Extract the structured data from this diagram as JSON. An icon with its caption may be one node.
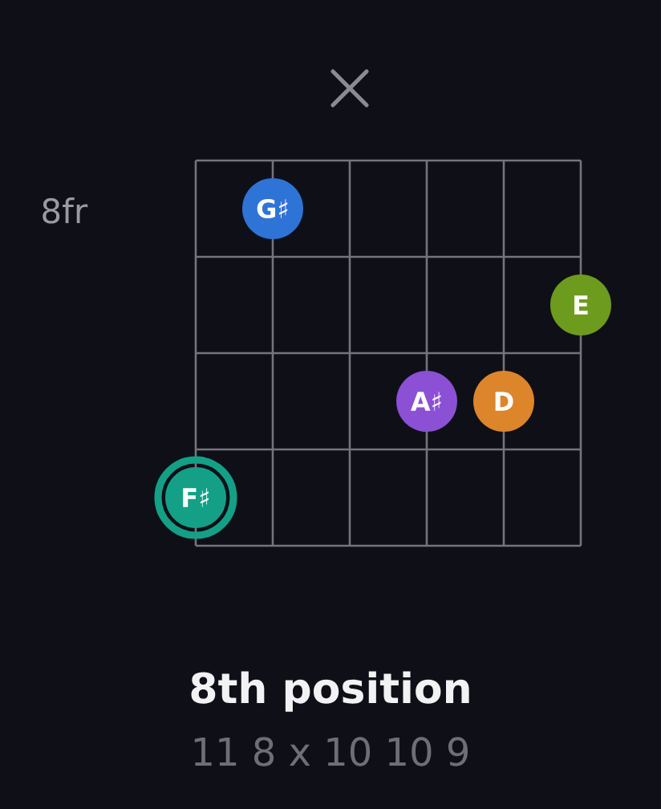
{
  "diagram": {
    "title": "8th position",
    "caption": "11 8 x 10 10 9",
    "nodes": [
      {
        "text": [
          "G♯"
        ]
      },
      {
        "text": [
          "E"
        ]
      },
      {
        "text": [
          "A♯"
        ]
      },
      {
        "text": [
          "D"
        ]
      },
      {
        "text": [
          "F♯"
        ]
      }
    ],
    "labels": [
      "8fr"
    ]
  }
}
